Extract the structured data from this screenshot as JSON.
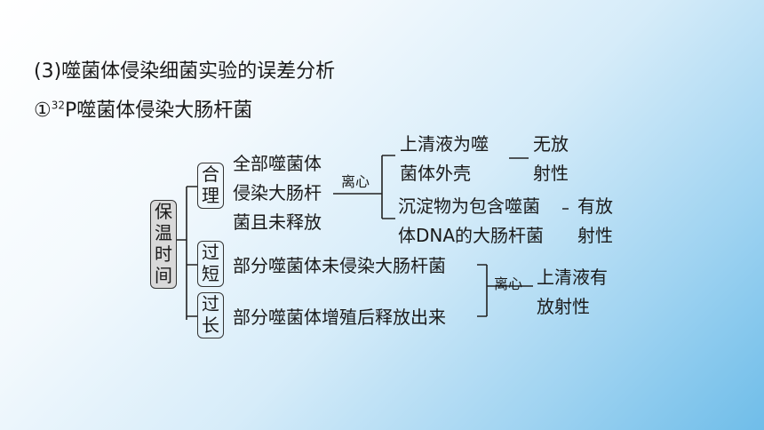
{
  "heading": "(3)噬菌体侵染细菌实验的误差分析",
  "subheading": {
    "prefix": "①",
    "sup": "32",
    "text": "P噬菌体侵染大肠杆菌"
  },
  "diagram": {
    "root": "保温时间",
    "reasonable": {
      "label": "合理",
      "desc": [
        "全部噬菌体",
        "侵染大肠杆",
        "菌且未释放"
      ]
    },
    "centrifuge_top": "离心",
    "outcome1": {
      "left": [
        "上清液为噬",
        "菌体外壳"
      ],
      "right": [
        "无放",
        "射性"
      ]
    },
    "outcome2": {
      "left": [
        "沉淀物为包含噬菌",
        "体DNA的大肠杆菌"
      ],
      "right": [
        "有放",
        "射性"
      ]
    },
    "short": {
      "label": "过短",
      "desc": "部分噬菌体未侵染大肠杆菌"
    },
    "long": {
      "label": "过长",
      "desc": "部分噬菌体增殖后释放出来"
    },
    "centrifuge_bottom": "离心",
    "outcome3": [
      "上清液有",
      "放射性"
    ]
  }
}
